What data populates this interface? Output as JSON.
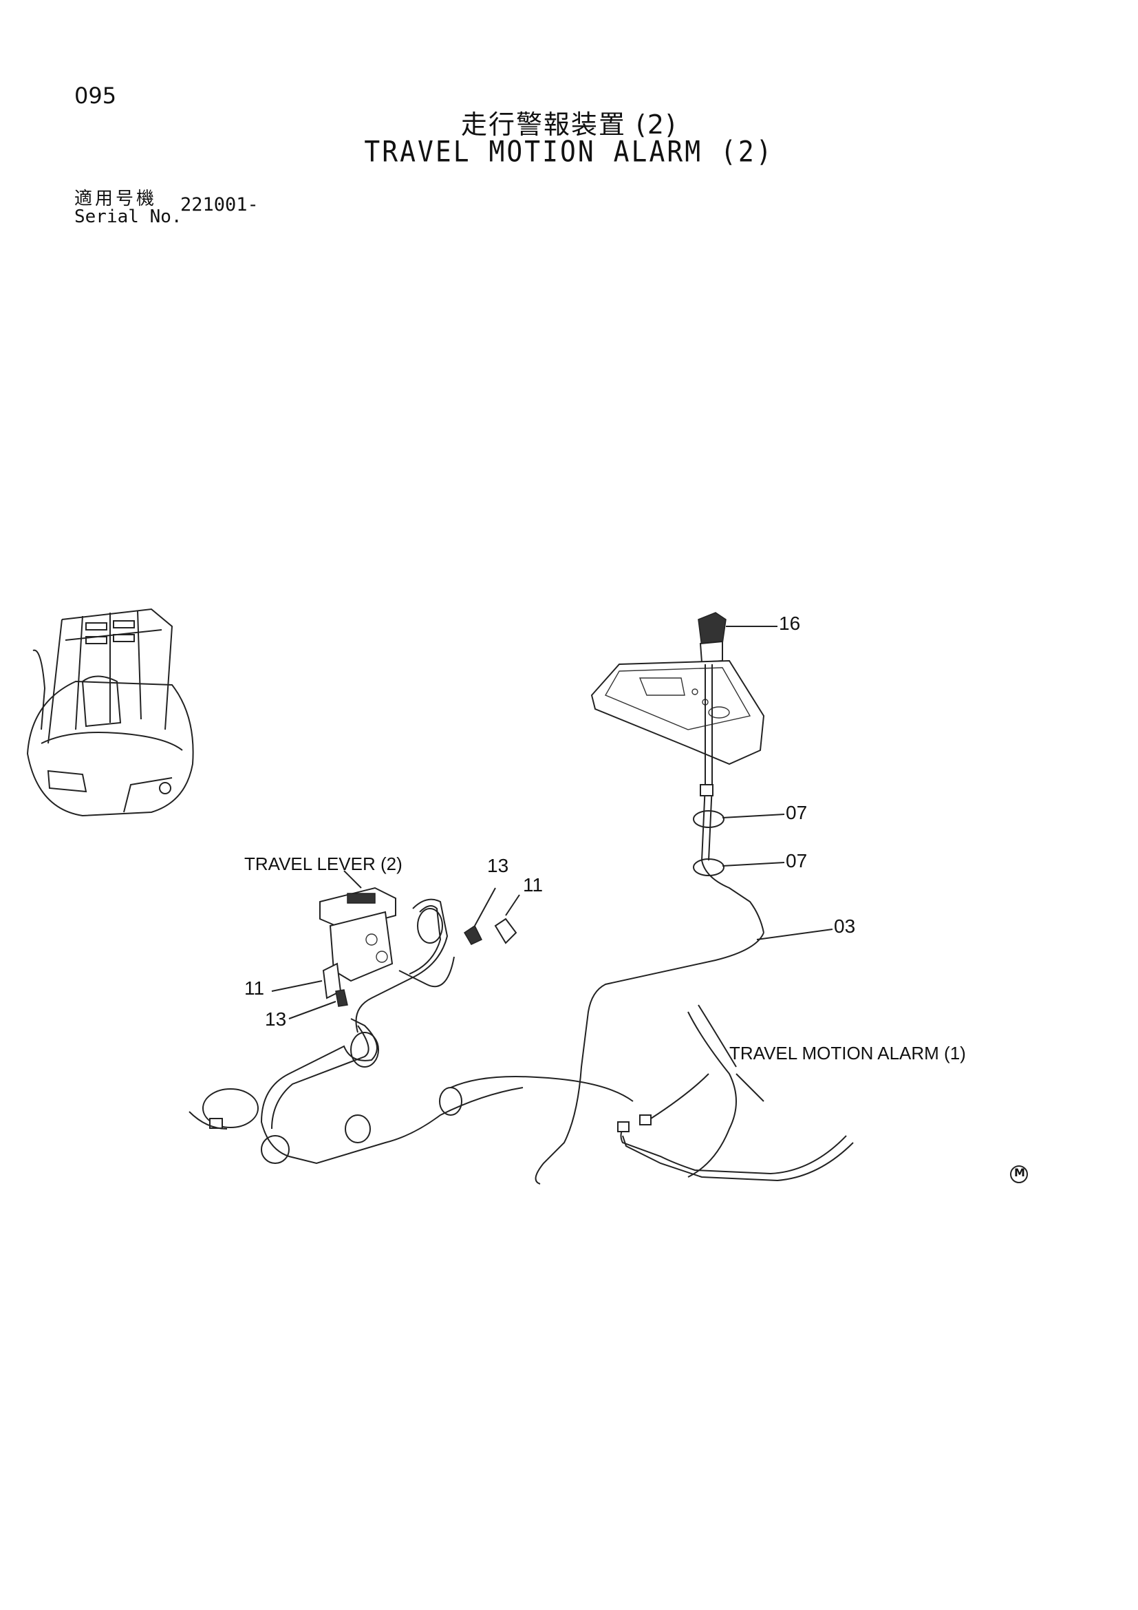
{
  "header": {
    "page_number": "095",
    "title_jp": "走行警報装置 (2)",
    "title_en": "TRAVEL MOTION ALARM (2)",
    "serial_label_jp": "適用号機",
    "serial_label_en": "Serial No.",
    "serial_value": "221001-"
  },
  "diagram": {
    "labels": {
      "travel_lever": "TRAVEL LEVER (2)",
      "travel_motion_alarm": "TRAVEL MOTION ALARM (1)"
    },
    "callouts": {
      "c16": "16",
      "c07a": "07",
      "c07b": "07",
      "c03": "03",
      "c13a": "13",
      "c11a": "11",
      "c11b": "11",
      "c13b": "13"
    },
    "mark": "M"
  }
}
